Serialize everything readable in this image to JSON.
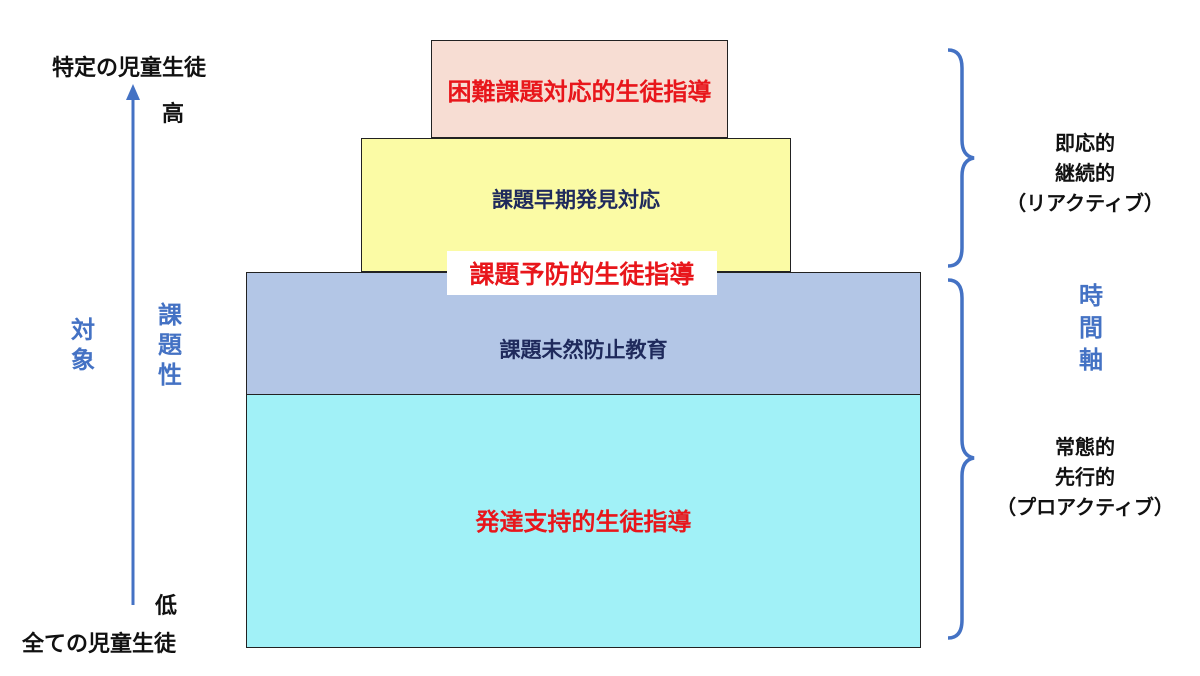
{
  "left_axis": {
    "top_label": "特定の児童生徒",
    "high_label": "高",
    "low_label": "低",
    "bottom_label": "全ての児童生徒",
    "target_label": [
      "対",
      "象"
    ],
    "issue_label": [
      "課",
      "題",
      "性"
    ]
  },
  "pyramid": {
    "top_layer": "困難課題対応的生徒指導",
    "second_layer": "課題早期発見対応",
    "middle_banner": "課題予防的生徒指導",
    "third_layer": "課題未然防止教育",
    "bottom_layer": "発達支持的生徒指導"
  },
  "right_axis": {
    "reactive_lines": [
      "即応的",
      "継続的",
      "（リアクティブ）"
    ],
    "time_axis": [
      "時",
      "間",
      "軸"
    ],
    "proactive_lines": [
      "常態的",
      "先行的",
      "（プロアクティブ）"
    ]
  },
  "colors": {
    "top_layer": "#f7ddd3",
    "second_layer": "#fbfba5",
    "third_layer": "#b3c6e6",
    "bottom_layer": "#a1f1f7",
    "accent_blue": "#4472c4",
    "red_text": "#e8161b",
    "navy_text": "#1f2a5c"
  }
}
